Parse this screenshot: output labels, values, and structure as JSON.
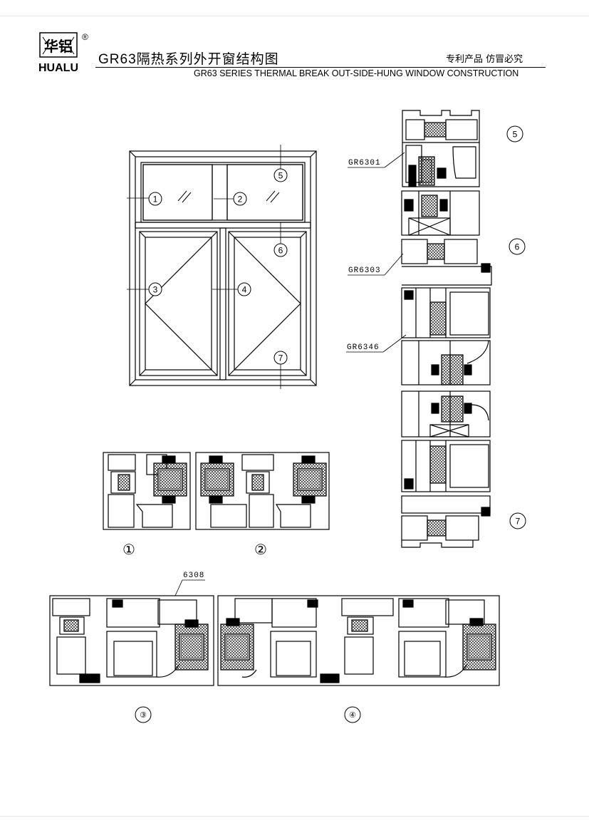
{
  "header": {
    "logo_cn": "华铝",
    "logo_en": "HUALU",
    "logo_mark": "®",
    "title": "GR63隔热系列外开窗结构图",
    "subtitle": "GR63 SERIES THERMAL BREAK OUT-SIDE-HUNG WINDOW CONSTRUCTION",
    "notice": "专利产品  仿冒必究"
  },
  "elevation": {
    "markers": [
      "1",
      "2",
      "3",
      "4",
      "5",
      "6",
      "7"
    ],
    "glass_marks": [
      "//",
      "//"
    ]
  },
  "sections": {
    "part_labels": [
      "GR6301",
      "GR6303",
      "GR6346",
      "6308"
    ],
    "circle_labels": [
      "①",
      "②",
      "③",
      "④",
      "5",
      "6",
      "7"
    ]
  }
}
